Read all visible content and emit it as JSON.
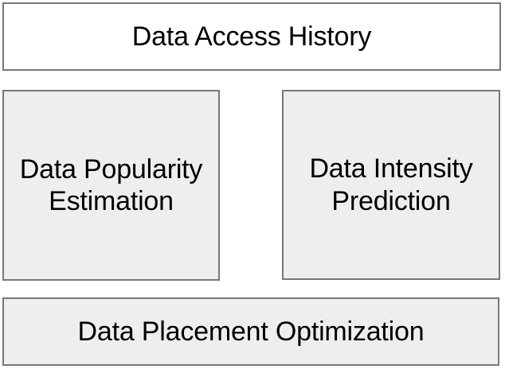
{
  "diagram": {
    "title": "Data Access History",
    "background_color": "#ffffff",
    "border_color": "#787878",
    "nodes": [
      {
        "id": "data-access-history",
        "label": "Data Access History",
        "fill": "#ffffff",
        "shape": "rectangle"
      },
      {
        "id": "data-popularity-estimation",
        "label": "Data Popularity\nEstimation",
        "fill": "#eeeeee",
        "shape": "rectangle"
      },
      {
        "id": "data-intensity-prediction",
        "label": "Data Intensity\nPrediction",
        "fill": "#eeeeee",
        "shape": "rectangle"
      },
      {
        "id": "data-placement-optimization",
        "label": "Data Placement Optimization",
        "fill": "#eeeeee",
        "shape": "rectangle"
      }
    ]
  }
}
